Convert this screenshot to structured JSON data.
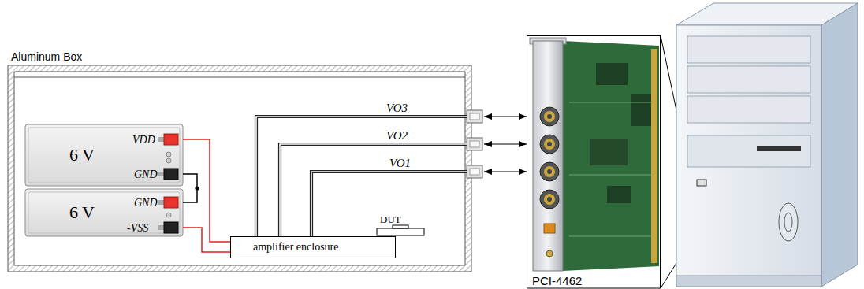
{
  "diagram": {
    "nodes": [
      {
        "text": [
          "Aluminum Box"
        ]
      },
      {
        "text": [
          "6 V"
        ],
        "in": 0
      },
      {
        "text": [
          "6 V"
        ],
        "in": 0
      },
      {
        "text": [
          "amplifier enclosure"
        ],
        "in": 0
      },
      {
        "text": [
          "DUT"
        ],
        "in": 0
      },
      {
        "text": [
          "PCI-4462"
        ]
      }
    ],
    "edges": [
      {
        "from": 1,
        "to": 3,
        "arrow": "none"
      },
      {
        "from": 1,
        "to": 2,
        "arrow": "none"
      },
      {
        "from": 2,
        "to": 3,
        "arrow": "none"
      },
      {
        "from": 3,
        "to": 5,
        "arrow": "both",
        "label": "VO3"
      },
      {
        "from": 3,
        "to": 5,
        "arrow": "both",
        "label": "VO2"
      },
      {
        "from": 3,
        "to": 5,
        "arrow": "both",
        "label": "VO1"
      }
    ],
    "labels": [
      "VDD",
      "GND",
      "GND",
      "-VSS"
    ]
  }
}
